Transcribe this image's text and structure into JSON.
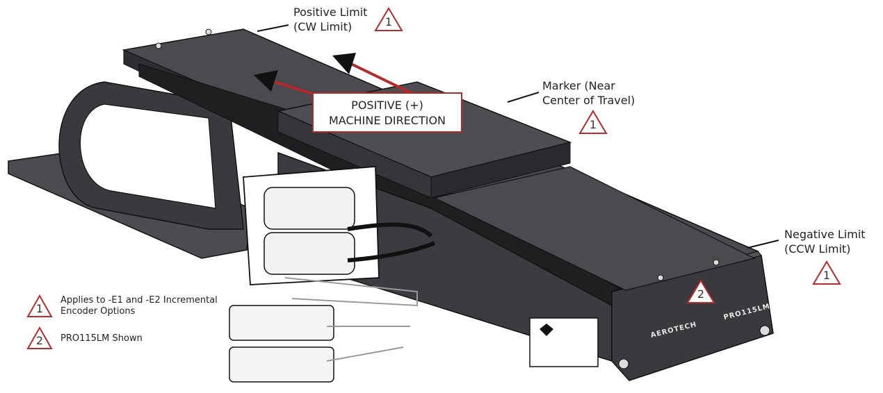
{
  "callouts": {
    "positive_limit": {
      "line1": "Positive Limit",
      "line2": "(CW Limit)",
      "note": "1"
    },
    "marker": {
      "line1": "Marker (Near",
      "line2": "Center of Travel)",
      "note": "1"
    },
    "negative_limit": {
      "line1": "Negative Limit",
      "line2": "(CCW Limit)",
      "note": "1"
    },
    "model_tag": {
      "note": "2"
    }
  },
  "direction_box": {
    "line1": "POSITIVE (+)",
    "line2": "MACHINE DIRECTION"
  },
  "legend": [
    {
      "number": "1",
      "line1": "Applies to -E1 and -E2 Incremental",
      "line2": "Encoder Options"
    },
    {
      "number": "2",
      "line1": "PRO115LM Shown",
      "line2": ""
    }
  ],
  "stage_branding": {
    "brand": "AEROTECH",
    "model": "PRO115LM"
  },
  "colors": {
    "accent_red": "#b52a2a",
    "stage_dark": "#3a3a3e",
    "stage_top": "#4a4a4f"
  }
}
